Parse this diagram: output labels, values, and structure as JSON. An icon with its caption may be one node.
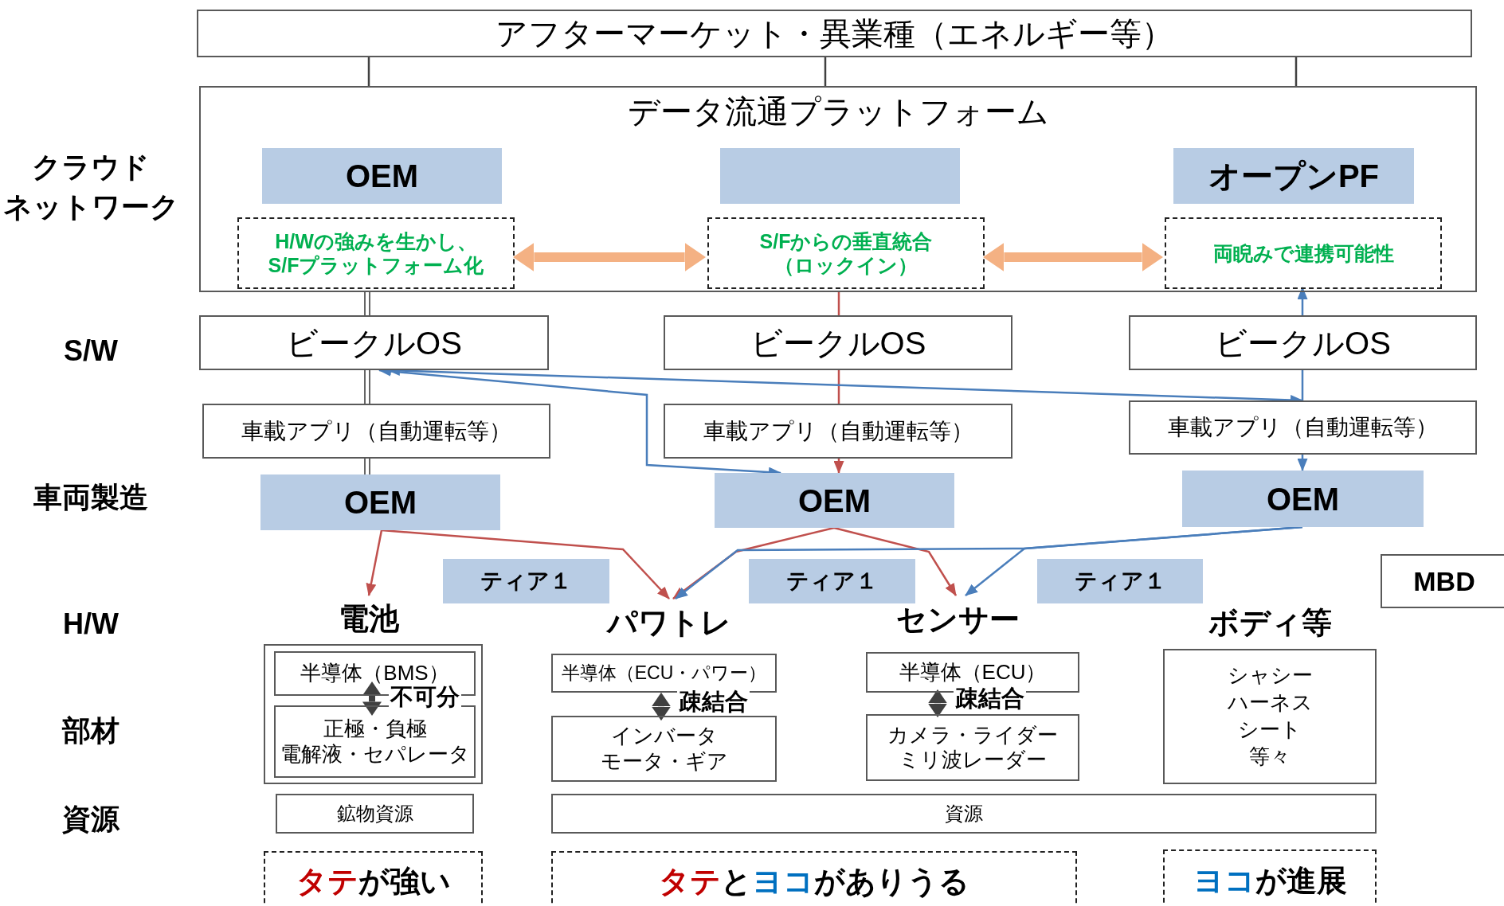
{
  "diagram": {
    "nodes": [
      {
        "text": [
          "アフターマーケット・異業種（エネルギー等）"
        ]
      },
      {
        "text": [
          "データ流通プラットフォーム"
        ]
      },
      {
        "text": [
          "OEM"
        ],
        "in": 1
      },
      {
        "text": [],
        "shape": "box",
        "in": 1
      },
      {
        "text": [
          "オープンPF"
        ],
        "in": 1
      },
      {
        "text": [
          "H/Wの強みを生かし、S/Fプラットフォーム化"
        ],
        "in": 1
      },
      {
        "text": [
          "S/Fからの垂直統合（ロックイン）"
        ],
        "in": 1
      },
      {
        "text": [
          "両睨みで連携可能性"
        ],
        "in": 1
      },
      {
        "text": [
          "ビークルOS"
        ]
      },
      {
        "text": [
          "ビークルOS"
        ]
      },
      {
        "text": [
          "ビークルOS"
        ]
      },
      {
        "text": [
          "車載アプリ（自動運転等）"
        ]
      },
      {
        "text": [
          "車載アプリ（自動運転等）"
        ]
      },
      {
        "text": [
          "車載アプリ（自動運転等）"
        ]
      },
      {
        "text": [
          "OEM"
        ]
      },
      {
        "text": [
          "OEM"
        ]
      },
      {
        "text": [
          "OEM"
        ]
      },
      {
        "text": [
          "ティア１"
        ]
      },
      {
        "text": [
          "ティア１"
        ]
      },
      {
        "text": [
          "ティア１"
        ]
      },
      {
        "text": [
          "MBD"
        ]
      },
      {
        "text": [
          "電池"
        ]
      },
      {
        "text": [
          "パワトレ"
        ]
      },
      {
        "text": [
          "センサー"
        ]
      },
      {
        "text": [],
        "shape": "box"
      },
      {
        "text": [
          "半導体（BMS）"
        ],
        "in": 24
      },
      {
        "text": [
          "正極・負極",
          "電解液・セパレータ"
        ],
        "in": 24
      },
      {
        "text": [
          "半導体（ECU・パワー）"
        ]
      },
      {
        "text": [
          "インバータ",
          "モータ・ギア"
        ]
      },
      {
        "text": [
          "半導体（ECU）"
        ]
      },
      {
        "text": [
          "カメラ・ライダー",
          "ミリ波レーダー"
        ]
      },
      {
        "text": [
          "ボディ等",
          "シャシー",
          "ハーネス",
          "シート",
          "等々"
        ]
      },
      {
        "text": [
          "鉱物資源"
        ]
      },
      {
        "text": [
          "資源"
        ]
      },
      {
        "text": [
          "**タテ**が強い"
        ]
      },
      {
        "text": [
          "**タテ**と**ヨコ**がありうる"
        ]
      },
      {
        "text": [
          "**ヨコ**が進展"
        ]
      }
    ],
    "edges": [
      {
        "from": 0,
        "to": 1,
        "arrow": "none"
      },
      {
        "from": 0,
        "to": 1,
        "arrow": "none"
      },
      {
        "from": 0,
        "to": 1,
        "arrow": "none"
      },
      {
        "from": 1,
        "to": 8,
        "arrow": "none"
      },
      {
        "from": 8,
        "to": 11,
        "arrow": "none"
      },
      {
        "from": 11,
        "to": 14,
        "arrow": "none"
      },
      {
        "from": 5,
        "to": 6,
        "arrow": "both",
        "style": "thick",
        "color": "#f4b183"
      },
      {
        "from": 6,
        "to": 7,
        "arrow": "both",
        "style": "thick",
        "color": "#f4b183"
      },
      {
        "from": 1,
        "to": 9,
        "arrow": "none",
        "color": "#c0504d"
      },
      {
        "from": 9,
        "to": 12,
        "arrow": "none",
        "color": "#c0504d"
      },
      {
        "from": 12,
        "to": 15,
        "arrow": "to",
        "color": "#c0504d"
      },
      {
        "from": 10,
        "to": 7,
        "arrow": "to",
        "color": "#4a7ebb"
      },
      {
        "from": 10,
        "to": 13,
        "arrow": "none",
        "color": "#4a7ebb"
      },
      {
        "from": 8,
        "to": 13,
        "arrow": "both",
        "color": "#4a7ebb"
      },
      {
        "from": 8,
        "to": 15,
        "arrow": "both",
        "color": "#4a7ebb"
      },
      {
        "from": 13,
        "to": 16,
        "arrow": "to",
        "color": "#4a7ebb"
      },
      {
        "from": 14,
        "to": 21,
        "arrow": "to",
        "color": "#c0504d"
      },
      {
        "from": 14,
        "to": 22,
        "arrow": "to",
        "color": "#c0504d"
      },
      {
        "from": 15,
        "to": 22,
        "arrow": "to",
        "color": "#c0504d"
      },
      {
        "from": 15,
        "to": 23,
        "arrow": "to",
        "color": "#c0504d"
      },
      {
        "from": 16,
        "to": 22,
        "arrow": "to",
        "color": "#4a7ebb"
      },
      {
        "from": 16,
        "to": 23,
        "arrow": "to",
        "color": "#4a7ebb"
      },
      {
        "from": 25,
        "to": 26,
        "arrow": "both",
        "style": "thick",
        "label": "不可分"
      },
      {
        "from": 27,
        "to": 28,
        "arrow": "both",
        "style": "thick",
        "label": "疎結合"
      },
      {
        "from": 29,
        "to": 30,
        "arrow": "both",
        "style": "thick",
        "label": "疎結合"
      }
    ],
    "labels": [
      "クラウド",
      "ネットワーク",
      "S/W",
      "車両製造",
      "H/W",
      "部材",
      "資源"
    ]
  }
}
